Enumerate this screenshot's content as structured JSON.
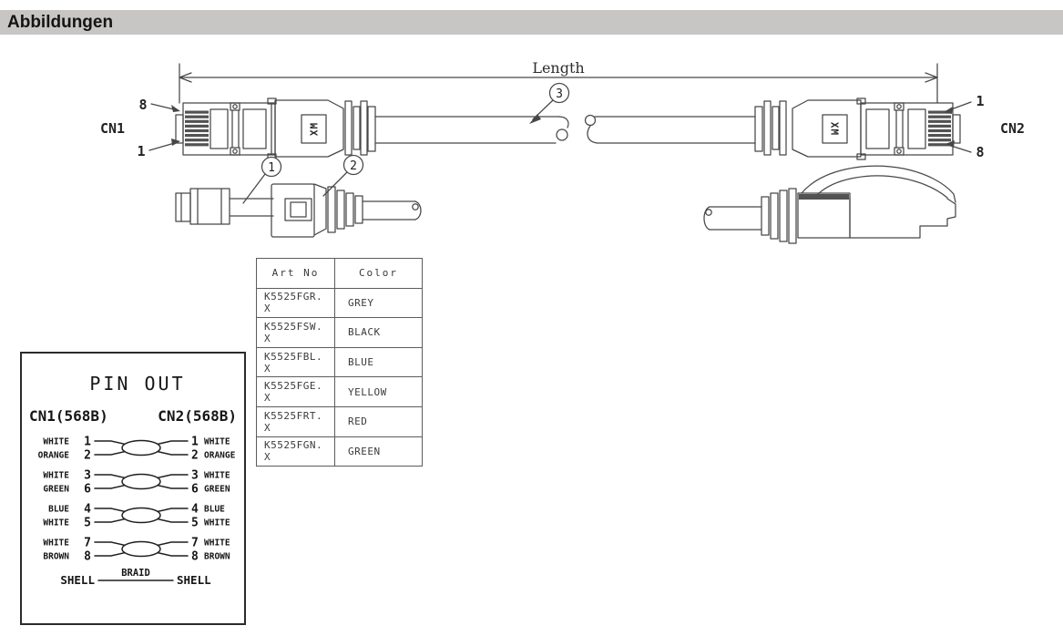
{
  "header": {
    "title": "Abbildungen",
    "background": "#c7c6c4"
  },
  "diagram": {
    "length_label": "Length",
    "plug_marking": "XM",
    "left_connector": {
      "name": "CN1",
      "top_pin": "8",
      "bottom_pin": "1"
    },
    "right_connector": {
      "name": "CN2",
      "top_pin": "1",
      "bottom_pin": "8"
    },
    "callout_1": "1",
    "callout_2": "2",
    "callout_3": "3"
  },
  "parts_table": {
    "headers": [
      "Art No",
      "Color"
    ],
    "rows": [
      [
        "K5525FGR. X",
        "GREY"
      ],
      [
        "K5525FSW. X",
        "BLACK"
      ],
      [
        "K5525FBL. X",
        "BLUE"
      ],
      [
        "K5525FGE. X",
        "YELLOW"
      ],
      [
        "K5525FRT. X",
        "RED"
      ],
      [
        "K5525FGN. X",
        "GREEN"
      ]
    ]
  },
  "pinout": {
    "title": "PIN OUT",
    "left_header": "CN1(568B)",
    "right_header": "CN2(568B)",
    "pairs": [
      {
        "labels": [
          "WHITE",
          "ORANGE"
        ],
        "pins": [
          "1",
          "2"
        ]
      },
      {
        "labels": [
          "WHITE",
          "GREEN"
        ],
        "pins": [
          "3",
          "6"
        ]
      },
      {
        "labels": [
          "BLUE",
          "WHITE"
        ],
        "pins": [
          "4",
          "5"
        ]
      },
      {
        "labels": [
          "WHITE",
          "BROWN"
        ],
        "pins": [
          "7",
          "8"
        ]
      }
    ],
    "shell_label": "SHELL",
    "braid_label": "BRAID"
  }
}
